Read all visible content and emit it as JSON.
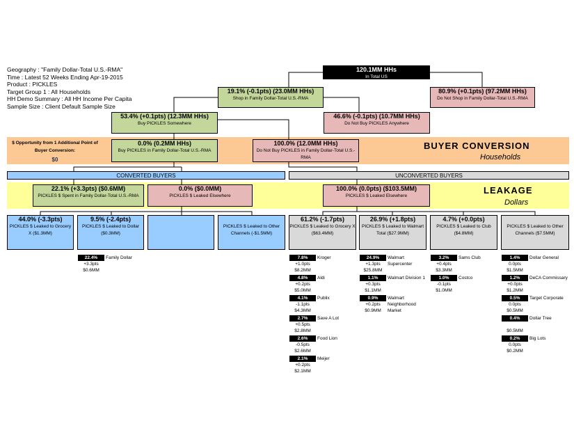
{
  "info": [
    "Geography : \"Family Dollar-Total U.S.-RMA\"",
    "Time : Latest 52 Weeks Ending Apr-19-2015",
    "Product : PICKLES",
    "Target Group 1 : All Households",
    "HH Demo Summary : All HH Income Per Capita",
    "Sample Size : Client Default Sample Size"
  ],
  "tree": {
    "total": {
      "h": "120.1MM HHs",
      "s": "In Total US"
    },
    "shop": {
      "h": "19.1% (-0.1pts) (23.0MM HHs)",
      "s": "Shop in Family Dollar-Total U.S.-RMA"
    },
    "noshop": {
      "h": "80.9% (+0.1pts) (97.2MM HHs)",
      "s": "Do Not Shop in Family Dollar-Total U.S.-RMA"
    },
    "buy": {
      "h": "53.4% (+0.1pts) (12.3MM HHs)",
      "s": "Buy PICKLES Somewhere"
    },
    "nobuy": {
      "h": "46.6% (-0.1pts) (10.7MM HHs)",
      "s": "Do Not Buy PICKLES Anywhere"
    },
    "buyin": {
      "h": "0.0% (0.2MM HHs)",
      "s": "Buy PICKLES in Family Dollar-Total U.S.-RMA"
    },
    "nobuyin": {
      "h": "100.0% (12.0MM HHs)",
      "s": "Do Not Buy PICKLES in Family Dollar-Total U.S.-RMA"
    }
  },
  "opportunity": {
    "label": "$ Opportunity from 1 Additional Point of Buyer Conversion:",
    "value": "$0"
  },
  "buyer_conversion": {
    "title": "BUYER CONVERSION",
    "sub": "Households"
  },
  "converted": "CONVERTED BUYERS",
  "unconverted": "UNCONVERTED BUYERS",
  "leakage": {
    "title": "LEAKAGE",
    "sub": "Dollars"
  },
  "leak": {
    "spent": {
      "h": "22.1% (+3.3pts) ($0.6MM)",
      "s": "PICKLES $ Spent in Family Dollar-Total U.S.-RMA"
    },
    "conv_else": {
      "h": "0.0% ($0.0MM)",
      "s": "PICKLES $ Leaked Elsewhere"
    },
    "unconv_else": {
      "h": "100.0% (0.0pts) ($103.5MM)",
      "s": "PICKLES $ Leaked Elsewhere"
    }
  },
  "converted_boxes": [
    {
      "h": "44.0% (-3.3pts)",
      "s": "PICKLES $ Leaked to Grocery X ($1.3MM)"
    },
    {
      "h": "9.5% (-2.4pts)",
      "s": "PICKLES $ Leaked to Dollar ($0.3MM)"
    },
    {
      "h": "",
      "s": ""
    },
    {
      "h": "",
      "s": "PICKLES $ Leaked to Other Channels (-$1.5MM)"
    }
  ],
  "unconverted_boxes": [
    {
      "h": "61.2% (-1.7pts)",
      "s": "PICKLES $ Leaked to Grocery X ($63.4MM)"
    },
    {
      "h": "26.9% (+1.8pts)",
      "s": "PICKLES $ Leaked to Walmart Total ($27.9MM)"
    },
    {
      "h": "4.7% (+0.0pts)",
      "s": "PICKLES $ Leaked to Club ($4.8MM)"
    },
    {
      "h": "",
      "s": "PICKLES $ Leaked to Other Channels ($7.5MM)"
    }
  ],
  "converted_details": [
    [],
    [
      {
        "pct": "22.4%",
        "name": "Family Dollar",
        "chg": "+3.3pts",
        "val": "$0.6MM"
      }
    ],
    [],
    []
  ],
  "unconverted_details": [
    [
      {
        "pct": "7.8%",
        "name": "Kroger",
        "chg": "+1.0pts",
        "val": "$8.2MM"
      },
      {
        "pct": "4.8%",
        "name": "Aldi",
        "chg": "+0.2pts",
        "val": "$5.0MM"
      },
      {
        "pct": "4.1%",
        "name": "Publix",
        "chg": "-1.1pts",
        "val": "$4.3MM"
      },
      {
        "pct": "2.7%",
        "name": "Save A Lot",
        "chg": "+0.5pts",
        "val": "$2.8MM"
      },
      {
        "pct": "2.6%",
        "name": "Food Lion",
        "chg": "-0.5pts",
        "val": "$2.6MM"
      },
      {
        "pct": "2.1%",
        "name": "Meijer",
        "chg": "+0.2pts",
        "val": "$2.1MM"
      }
    ],
    [
      {
        "pct": "24.9%",
        "name": "Walmart Supercenter",
        "chg": "+1.3pts",
        "val": "$25.8MM"
      },
      {
        "pct": "1.1%",
        "name": "Walmart Division 1",
        "chg": "+0.3pts",
        "val": "$1.1MM"
      },
      {
        "pct": "0.9%",
        "name": "Walmart Neighborhood Market",
        "chg": "+0.2pts",
        "val": "$0.9MM"
      }
    ],
    [
      {
        "pct": "3.2%",
        "name": "Sams Club",
        "chg": "+0.4pts",
        "val": "$3.3MM"
      },
      {
        "pct": "1.0%",
        "name": "Costco",
        "chg": "-0.1pts",
        "val": "$1.0MM"
      }
    ],
    [
      {
        "pct": "1.4%",
        "name": "Dollar General",
        "chg": "0.0pts",
        "val": "$1.5MM"
      },
      {
        "pct": "1.2%",
        "name": "DeCA Commissary",
        "chg": "+0.0pts",
        "val": "$1.2MM"
      },
      {
        "pct": "0.5%",
        "name": "Target Corporate",
        "chg": "0.0pts",
        "val": "$0.5MM"
      },
      {
        "pct": "0.4%",
        "name": "Dollar Tree",
        "chg": "",
        "val": "$0.5MM"
      },
      {
        "pct": "0.2%",
        "name": "Big Lots",
        "chg": "0.0pts",
        "val": "$0.2MM"
      }
    ]
  ],
  "colors": {
    "green": "#c4d79b",
    "pink": "#e6b8b7",
    "blue": "#99ccff",
    "gray": "#d9d9d9",
    "orange": "#fcc995",
    "yellow": "#ffff99"
  }
}
